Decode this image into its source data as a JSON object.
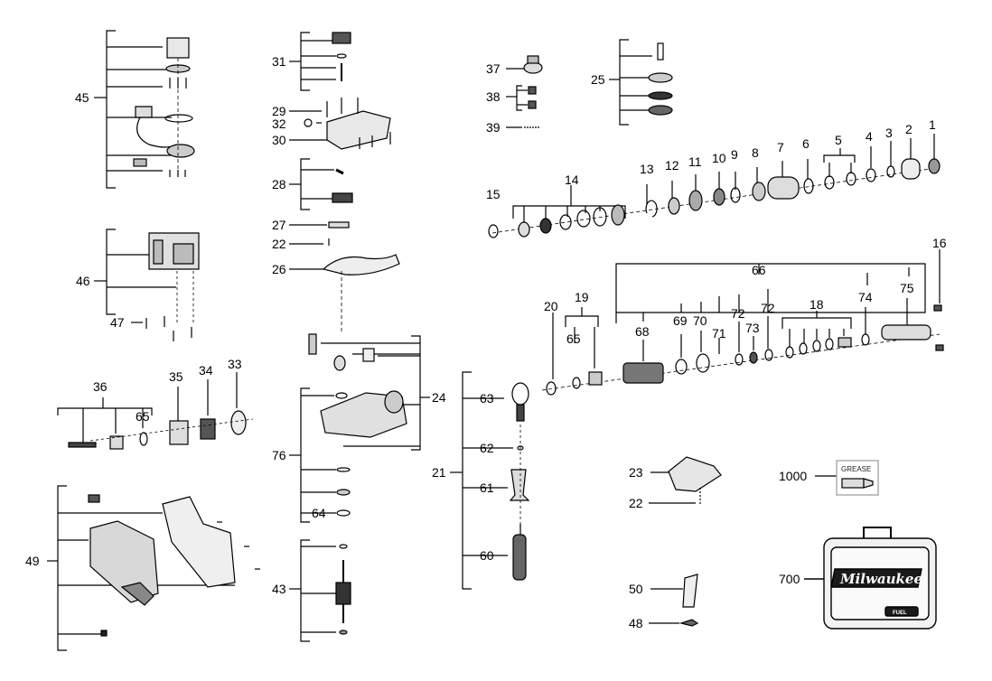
{
  "callouts": {
    "c1": "1",
    "c2": "2",
    "c3": "3",
    "c4": "4",
    "c5": "5",
    "c6": "6",
    "c7": "7",
    "c8": "8",
    "c9": "9",
    "c10": "10",
    "c11": "11",
    "c12": "12",
    "c13": "13",
    "c14": "14",
    "c15": "15",
    "c16": "16",
    "c18": "18",
    "c19": "19",
    "c20": "20",
    "c21": "21",
    "c22a": "22",
    "c22b": "22",
    "c23": "23",
    "c24": "24",
    "c25": "25",
    "c26": "26",
    "c27": "27",
    "c28": "28",
    "c29": "29",
    "c30": "30",
    "c31": "31",
    "c32": "32",
    "c33": "33",
    "c34": "34",
    "c35": "35",
    "c36": "36",
    "c37": "37",
    "c38": "38",
    "c39": "39",
    "c43": "43",
    "c45": "45",
    "c46": "46",
    "c47": "47",
    "c48": "48",
    "c49": "49",
    "c50": "50",
    "c60": "60",
    "c61": "61",
    "c62": "62",
    "c63": "63",
    "c64": "64",
    "c65a": "65",
    "c65b": "65",
    "c66": "66",
    "c68": "68",
    "c69": "69",
    "c70": "70",
    "c71": "71",
    "c72a": "72",
    "c72b": "72",
    "c73": "73",
    "c74": "74",
    "c75": "75",
    "c76": "76",
    "c700": "700",
    "c1000": "1000"
  },
  "grease_label": "GREASE",
  "case_brand": "Milwaukee",
  "case_badge": "FUEL"
}
